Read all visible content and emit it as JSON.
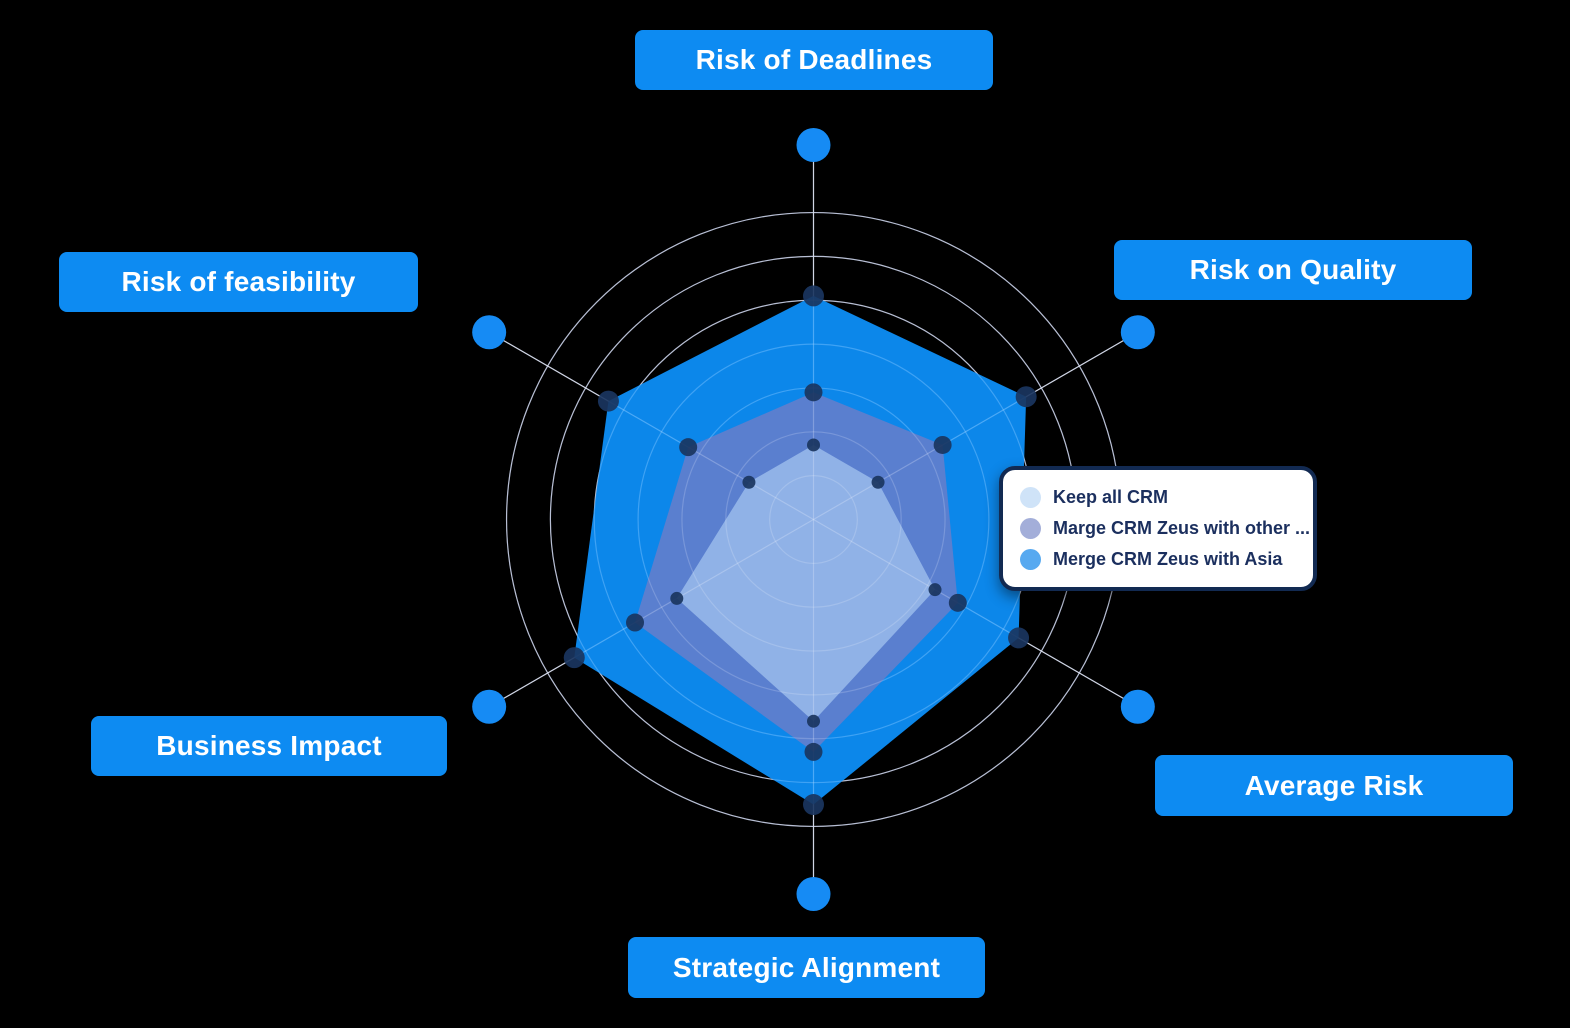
{
  "chart_data": {
    "type": "radar",
    "axes": [
      "Risk of Deadlines",
      "Risk on Quality",
      "Average Risk",
      "Strategic Alignment",
      "Business Impact",
      "Risk of feasibility"
    ],
    "ring_count": 7,
    "axis_max": 7,
    "grid": true,
    "legend_position": "right-center",
    "series": [
      {
        "name": "Keep all CRM",
        "swatch": "#cfe3f8",
        "fill": "#93b4e8",
        "values": [
          1.7,
          1.7,
          3.2,
          4.6,
          3.6,
          1.7
        ]
      },
      {
        "name": "Marge CRM Zeus with other ...",
        "swatch": "#a3aed9",
        "fill": "#5f7ecd",
        "values": [
          2.9,
          3.4,
          3.8,
          5.3,
          4.7,
          3.3
        ]
      },
      {
        "name": "Merge CRM Zeus with Asia",
        "swatch": "#57a9f0",
        "fill": "#0d8cf4",
        "values": [
          5.1,
          5.6,
          5.4,
          6.5,
          6.3,
          5.4
        ]
      }
    ]
  },
  "colors": {
    "background": "#000000",
    "accent_blue": "#0d8bf2",
    "label_text": "#ffffff",
    "grid_line": "#aab2ca",
    "axis_line": "#c5cbdd",
    "vertex_dot": "#1a3560",
    "axis_end_dot": "#168bf4",
    "legend_border": "#122a52",
    "legend_text": "#1b2f5e"
  }
}
